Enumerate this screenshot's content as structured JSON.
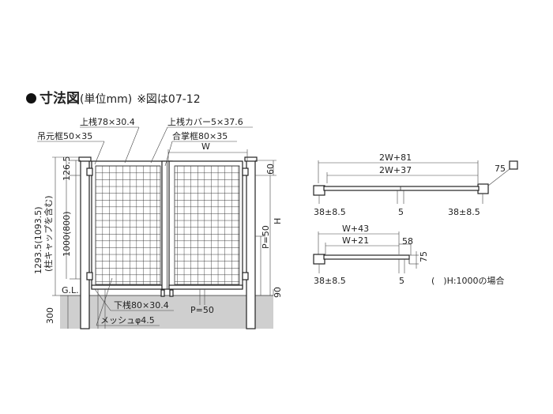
{
  "title": {
    "main": "寸法図",
    "unit": "(単位mm)",
    "ref": "※図は07-12"
  },
  "labels": {
    "top_rail": "上桟78×30.4",
    "top_rail_cover": "上桟カバー5×37.6",
    "hinge_frame": "吊元框50×35",
    "meeting_frame": "合掌框80×35",
    "bottom_rail": "下桟80×30.4",
    "mesh": "メッシュφ4.5",
    "gl": "G.L.",
    "p50_right": "P=50",
    "p50_bottom": "P=50",
    "h": "H",
    "w_front": "W",
    "d_126_5": "126.5",
    "d_1000": "1000(800)",
    "d_1293": "1293.5(1093.5)",
    "d_1293_note": "(柱キャップを含む)",
    "d_300": "300",
    "d_60": "60",
    "d_90": "90",
    "plan1_outer": "2W+81",
    "plan1_inner": "2W+37",
    "plan1_left": "38±8.5",
    "plan1_mid": "5",
    "plan1_right": "38±8.5",
    "plan1_post": "75",
    "plan2_outer": "W+43",
    "plan2_inner": "W+21",
    "plan2_58": "58",
    "plan2_75": "75",
    "plan2_left": "38±8.5",
    "plan2_mid": "5",
    "note": "(　)H:1000の場合"
  },
  "colors": {
    "ground": "#cfcfcf",
    "line": "#333333",
    "background": "#ffffff"
  }
}
